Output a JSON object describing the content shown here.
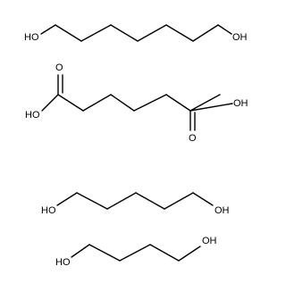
{
  "molecules": {
    "hexanediol": {
      "oh_left": "HO",
      "oh_right": "OH"
    },
    "adipic_acid": {
      "oh_left": "HO",
      "oh_right": "OH",
      "o_top": "O",
      "o_bottom": "O"
    },
    "pentanediol": {
      "oh_left": "HO",
      "oh_right": "OH"
    },
    "butanediol": {
      "oh_left": "HO",
      "oh_right": "OH"
    }
  },
  "colors": {
    "bond": "#000000",
    "label": "#000000",
    "background": "#ffffff"
  }
}
